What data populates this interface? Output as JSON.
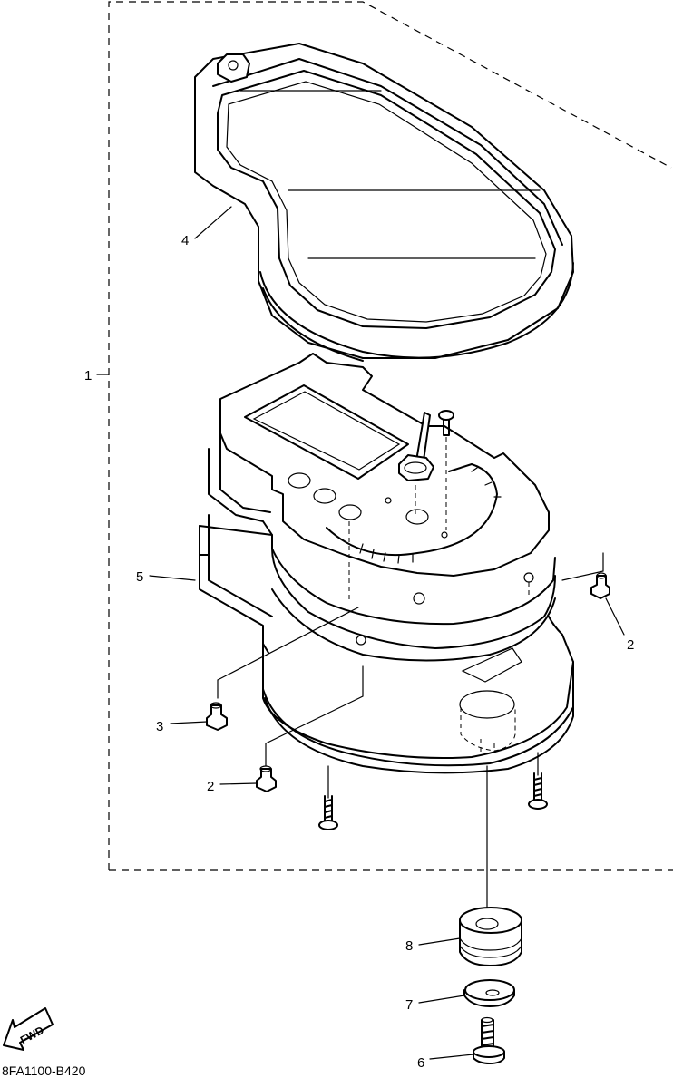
{
  "diagram": {
    "part_code": "8FA1100-B420",
    "fwd_label": "FWD",
    "callouts": [
      {
        "id": "c1",
        "label": "1"
      },
      {
        "id": "c2a",
        "label": "2"
      },
      {
        "id": "c2b",
        "label": "2"
      },
      {
        "id": "c3",
        "label": "3"
      },
      {
        "id": "c4",
        "label": "4"
      },
      {
        "id": "c5",
        "label": "5"
      },
      {
        "id": "c6",
        "label": "6"
      },
      {
        "id": "c7",
        "label": "7"
      },
      {
        "id": "c8",
        "label": "8"
      }
    ]
  }
}
